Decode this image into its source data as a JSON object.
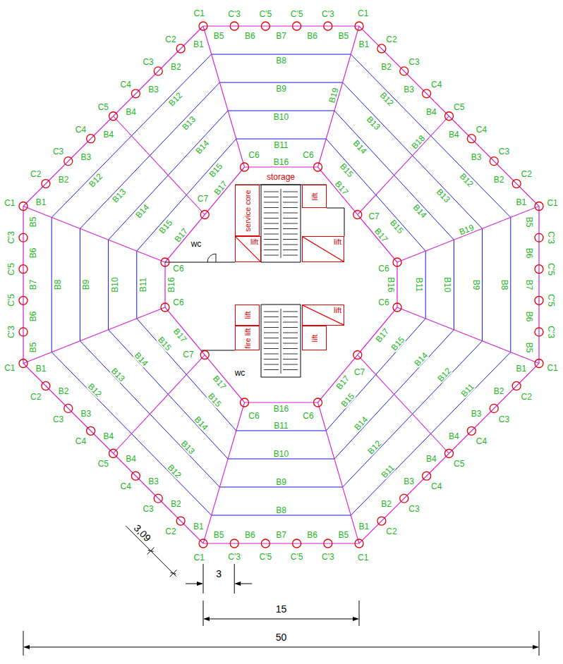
{
  "diagram": {
    "nodes": [
      {
        "text": [
          "service core"
        ]
      },
      {
        "text": [
          "lift"
        ]
      },
      {
        "text": [
          "lift"
        ]
      },
      {
        "text": [
          "lift"
        ]
      },
      {
        "text": [
          "lift"
        ]
      },
      {
        "text": [
          "lift"
        ]
      },
      {
        "text": [
          "fire lift"
        ]
      },
      {
        "text": [
          "lift"
        ]
      }
    ],
    "labels": [
      "C1",
      "C'3",
      "C'5",
      "C'5",
      "C'3",
      "B5",
      "B6",
      "B7",
      "B6",
      "B5",
      "C1",
      "C2",
      "C3",
      "C4",
      "C5",
      "C4",
      "C3",
      "C2",
      "B1",
      "B2",
      "B3",
      "B4",
      "B4",
      "B3",
      "B2",
      "B1",
      "C1",
      "C'3",
      "C'5",
      "C'5",
      "C'3",
      "B5",
      "B6",
      "B7",
      "B6",
      "B5",
      "C1",
      "C2",
      "C3",
      "C4",
      "C5",
      "C4",
      "C3",
      "C2",
      "B1",
      "B2",
      "B3",
      "B4",
      "B4",
      "B3",
      "B2",
      "B1",
      "C1",
      "C'3",
      "C'5",
      "C'5",
      "C'3",
      "B5",
      "B6",
      "B7",
      "B6",
      "B5",
      "C1",
      "C2",
      "C3",
      "C4",
      "C5",
      "C4",
      "C3",
      "C2",
      "B1",
      "B2",
      "B3",
      "B4",
      "B4",
      "B3",
      "B2",
      "B1",
      "C1",
      "C'3",
      "C'5",
      "C'5",
      "C'3",
      "B5",
      "B6",
      "B7",
      "B6",
      "B5",
      "C1",
      "C2",
      "C3",
      "C4",
      "C5",
      "C4",
      "C3",
      "C2",
      "B1",
      "B2",
      "B3",
      "B4",
      "B4",
      "B3",
      "B2",
      "B1",
      "B8",
      "B9",
      "B10",
      "B11",
      "B16",
      "B12",
      "B12",
      "B13",
      "B13",
      "B14",
      "B14",
      "B15",
      "B15",
      "B17",
      "B17",
      "B8",
      "B9",
      "B10",
      "B11",
      "B16",
      "B11",
      "B11",
      "B12",
      "B12",
      "B14",
      "B14",
      "B15",
      "B15",
      "B17",
      "B17",
      "B8",
      "B9",
      "B10",
      "B11",
      "B16",
      "B12",
      "B12",
      "B13",
      "B13",
      "B14",
      "B14",
      "B15",
      "B15",
      "B17",
      "B17",
      "B8",
      "B9",
      "B10",
      "B11",
      "B16",
      "B12",
      "B12",
      "B13",
      "B13",
      "B14",
      "B14",
      "B15",
      "B15",
      "B17",
      "B17",
      "B19",
      "B19",
      "B18",
      "C6",
      "C6",
      "C6",
      "C6",
      "C6",
      "C6",
      "C6",
      "C6",
      "C7",
      "C7",
      "C7",
      "C7",
      "storage",
      "wc",
      "wc",
      "3,09",
      "3",
      "15",
      "50"
    ]
  }
}
